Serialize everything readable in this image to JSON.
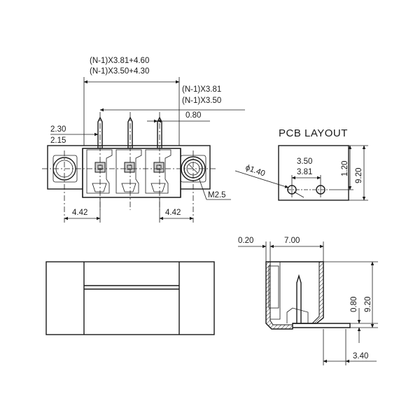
{
  "front_view": {
    "dim_overall_1": "(N-1)X3.81+4.60",
    "dim_overall_2": "(N-1)X3.50+4.30",
    "dim_pitch_1": "(N-1)X3.81",
    "dim_pitch_2": "(N-1)X3.50",
    "dim_pin_width": "0.80",
    "dim_left_1": "2.30",
    "dim_left_2": "2.15",
    "dim_edge_left": "4.42",
    "dim_edge_right": "4.42",
    "screw_label": "M2.5"
  },
  "pcb_layout": {
    "title": "PCB LAYOUT",
    "hole_dia": "ϕ1.40",
    "pitch_1": "3.50",
    "pitch_2": "3.81",
    "height_1": "1.20",
    "height_2": "9.20"
  },
  "side_view": {
    "dim_top_small": "0.20",
    "dim_top_width": "7.00",
    "dim_right_1": "0.80",
    "dim_right_2": "9.20",
    "dim_bottom": "3.40"
  }
}
